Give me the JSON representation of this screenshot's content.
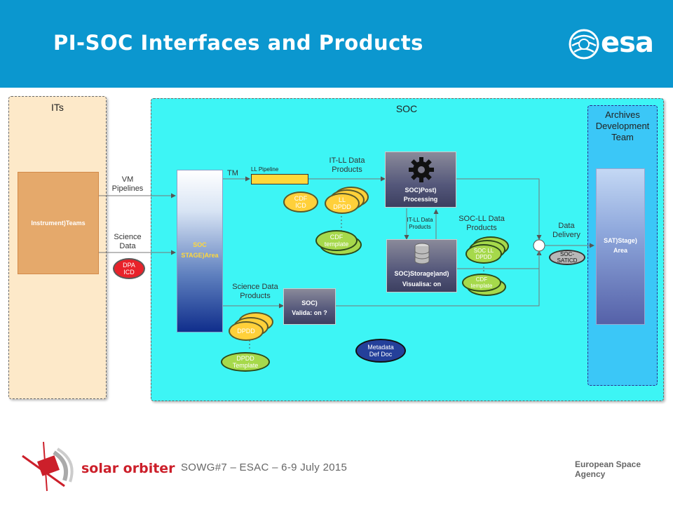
{
  "header": {
    "title": "PI-SOC Interfaces and Products",
    "logo_text": "esa"
  },
  "panels": {
    "its_title": "ITs",
    "soc_title": "SOC",
    "archives_line1": "Archives",
    "archives_line2": "Development",
    "archives_line3": "Team"
  },
  "boxes": {
    "instrument_teams": "Instrument)Teams",
    "soc_stage_line1": "SOC",
    "soc_stage_line2": "STAGE)Area",
    "post_processing_line1": "SOC)Post)",
    "post_processing_line2": "Processing",
    "storage_line1": "SOC)Storage)and)",
    "storage_line2": "Visualisa: on",
    "validation_line1": "SOC)",
    "validation_line2": "Valida: on ?",
    "sat_stage_line1": "SAT)Stage)",
    "sat_stage_line2": "Area"
  },
  "labels": {
    "vm_pipelines_1": "VM",
    "vm_pipelines_2": "Pipelines",
    "science_data_1": "Science",
    "science_data_2": "Data",
    "tm": "TM",
    "ll_pipeline": "LL Pipeline",
    "it_ll_data_1": "IT-LL Data",
    "it_ll_data_2": "Products",
    "it_ll_data_small_1": "IT-LL Data",
    "it_ll_data_small_2": "Products",
    "soc_ll_data_1": "SOC-LL Data",
    "soc_ll_data_2": "Products",
    "data_delivery_1": "Data",
    "data_delivery_2": "Delivery",
    "science_data_products_1": "Science Data",
    "science_data_products_2": "Products"
  },
  "ellipses": {
    "dpa_icd_1": "DPA",
    "dpa_icd_2": "ICD",
    "cdf_icd_1": "CDF",
    "cdf_icd_2": "ICD",
    "ll_dpdd_1": "LL",
    "ll_dpdd_2": "DPDD",
    "cdf_template_1": "CDF",
    "cdf_template_2": "template",
    "soc_ll_dpdd_1": "SOC LL",
    "soc_ll_dpdd_2": "DPDD",
    "cdf_template_small_1": "CDF",
    "cdf_template_small_2": "template",
    "soc_saticd_1": "SOC-",
    "soc_saticd_2": "SATICD",
    "dpdd": "DPDD",
    "dpdd_template_1": "DPDD",
    "dpdd_template_2": "Template",
    "metadata_1": "Metadata",
    "metadata_2": "Def Doc"
  },
  "footer": {
    "mission": "solar orbiter",
    "meeting": "SOWG#7 – ESAC – 6-9 July 2015",
    "agency": "European Space Agency"
  },
  "colors": {
    "header": "#0b97cf",
    "soc_panel": "#3df5f5",
    "its_panel": "#fde9c9",
    "archives_panel": "#3bc7f7",
    "brand_red": "#cc1f2a"
  }
}
